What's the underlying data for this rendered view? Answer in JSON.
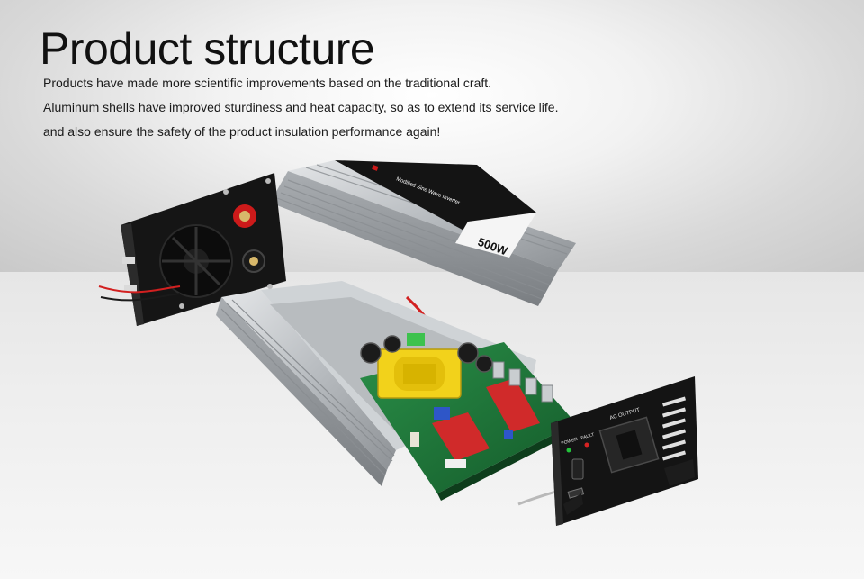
{
  "page": {
    "title": "Product structure",
    "lines": [
      "Products have made more scientific improvements based on the traditional craft.",
      "Aluminum shells have improved sturdiness and heat capacity, so as to extend its service life.",
      "and also ensure the safety of the product insulation performance again!"
    ]
  },
  "product": {
    "power_label": "500W",
    "wave_label": "Modified Sine Wave Inverter",
    "ac_output_label": "AC OUTPUT",
    "power_indicator_label": "POWER",
    "fault_indicator_label": "FAULT"
  },
  "colors": {
    "title": "#111111",
    "text": "#1a1a1a",
    "aluminum": "#c4c8cc",
    "panel": "#151515",
    "pcb": "#1f7a3a",
    "transformer": "#f2d21b",
    "terminal_red": "#cc1a1a"
  }
}
